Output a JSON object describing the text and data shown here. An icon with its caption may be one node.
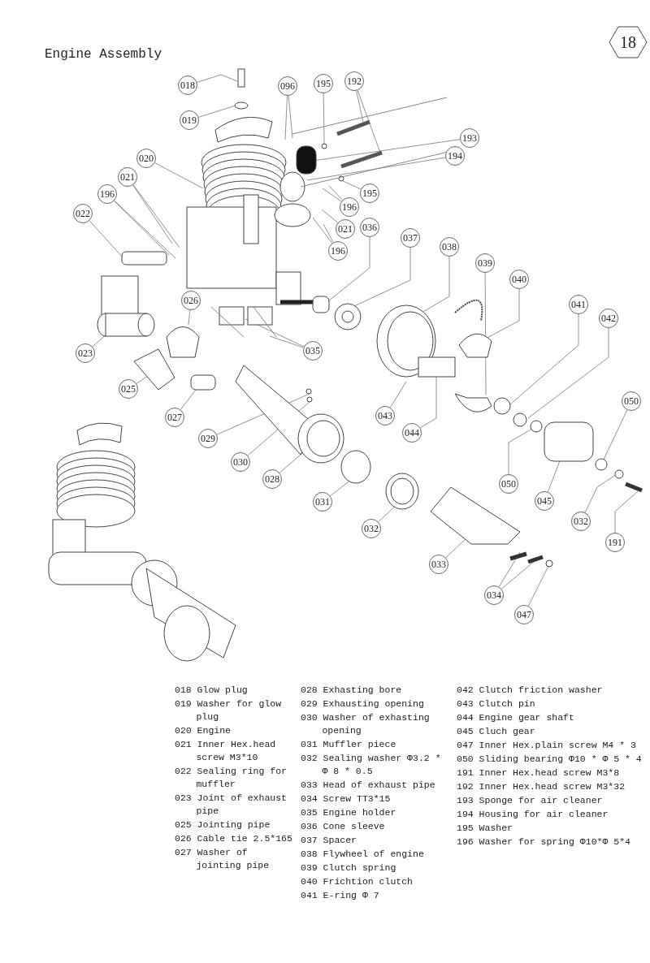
{
  "diagram": {
    "title": "Engine Assembly",
    "nodes": [
      {
        "text": [
          "018"
        ]
      },
      {
        "text": [
          "019"
        ]
      },
      {
        "text": [
          "096"
        ]
      },
      {
        "text": [
          "195"
        ]
      },
      {
        "text": [
          "192"
        ]
      },
      {
        "text": [
          "193"
        ]
      },
      {
        "text": [
          "194"
        ]
      },
      {
        "text": [
          "020"
        ]
      },
      {
        "text": [
          "021"
        ]
      },
      {
        "text": [
          "196"
        ]
      },
      {
        "text": [
          "022"
        ]
      },
      {
        "text": [
          "195"
        ]
      },
      {
        "text": [
          "196"
        ]
      },
      {
        "text": [
          "021"
        ]
      },
      {
        "text": [
          "196"
        ]
      },
      {
        "text": [
          "036"
        ]
      },
      {
        "text": [
          "037"
        ]
      },
      {
        "text": [
          "038"
        ]
      },
      {
        "text": [
          "039"
        ]
      },
      {
        "text": [
          "040"
        ]
      },
      {
        "text": [
          "041"
        ]
      },
      {
        "text": [
          "042"
        ]
      },
      {
        "text": [
          "023"
        ]
      },
      {
        "text": [
          "026"
        ]
      },
      {
        "text": [
          "035"
        ]
      },
      {
        "text": [
          "025"
        ]
      },
      {
        "text": [
          "027"
        ]
      },
      {
        "text": [
          "029"
        ]
      },
      {
        "text": [
          "030"
        ]
      },
      {
        "text": [
          "028"
        ]
      },
      {
        "text": [
          "043"
        ]
      },
      {
        "text": [
          "044"
        ]
      },
      {
        "text": [
          "050"
        ]
      },
      {
        "text": [
          "045"
        ]
      },
      {
        "text": [
          "050"
        ]
      },
      {
        "text": [
          "031"
        ]
      },
      {
        "text": [
          "032"
        ]
      },
      {
        "text": [
          "032"
        ]
      },
      {
        "text": [
          "191"
        ]
      },
      {
        "text": [
          "033"
        ]
      },
      {
        "text": [
          "034"
        ]
      },
      {
        "text": [
          "047"
        ]
      },
      {
        "text": [
          "18"
        ]
      }
    ],
    "edges": [
      {
        "from": 0,
        "to": null,
        "arrow": "none"
      },
      {
        "from": 1,
        "to": null,
        "arrow": "none"
      },
      {
        "from": 2,
        "to": null,
        "arrow": "none"
      },
      {
        "from": 2,
        "to": null,
        "arrow": "none"
      },
      {
        "from": 3,
        "to": null,
        "arrow": "none"
      },
      {
        "from": 4,
        "to": null,
        "arrow": "none"
      },
      {
        "from": 4,
        "to": null,
        "arrow": "none"
      },
      {
        "from": 5,
        "to": null,
        "arrow": "none"
      },
      {
        "from": 6,
        "to": null,
        "arrow": "none"
      },
      {
        "from": 7,
        "to": null,
        "arrow": "none"
      },
      {
        "from": 8,
        "to": null,
        "arrow": "none"
      },
      {
        "from": 8,
        "to": null,
        "arrow": "none"
      },
      {
        "from": 9,
        "to": null,
        "arrow": "none"
      },
      {
        "from": 9,
        "to": null,
        "arrow": "none"
      },
      {
        "from": 10,
        "to": null,
        "arrow": "none"
      },
      {
        "from": 11,
        "to": null,
        "arrow": "none"
      },
      {
        "from": 12,
        "to": null,
        "arrow": "none"
      },
      {
        "from": 12,
        "to": null,
        "arrow": "none"
      },
      {
        "from": 13,
        "to": null,
        "arrow": "none"
      },
      {
        "from": 14,
        "to": null,
        "arrow": "none"
      },
      {
        "from": 14,
        "to": null,
        "arrow": "none"
      },
      {
        "from": 15,
        "to": null,
        "arrow": "none"
      },
      {
        "from": 16,
        "to": null,
        "arrow": "none"
      },
      {
        "from": 17,
        "to": null,
        "arrow": "none"
      },
      {
        "from": 18,
        "to": null,
        "arrow": "none"
      },
      {
        "from": 19,
        "to": null,
        "arrow": "none"
      },
      {
        "from": 20,
        "to": null,
        "arrow": "none"
      },
      {
        "from": 21,
        "to": null,
        "arrow": "none"
      },
      {
        "from": 22,
        "to": null,
        "arrow": "none"
      },
      {
        "from": 23,
        "to": null,
        "arrow": "none"
      },
      {
        "from": 24,
        "to": null,
        "arrow": "none"
      },
      {
        "from": 24,
        "to": null,
        "arrow": "none"
      },
      {
        "from": 25,
        "to": null,
        "arrow": "none"
      },
      {
        "from": 26,
        "to": null,
        "arrow": "none"
      },
      {
        "from": 27,
        "to": null,
        "arrow": "none"
      },
      {
        "from": 28,
        "to": null,
        "arrow": "none"
      },
      {
        "from": 29,
        "to": null,
        "arrow": "none"
      },
      {
        "from": 30,
        "to": null,
        "arrow": "none"
      },
      {
        "from": 31,
        "to": null,
        "arrow": "none"
      },
      {
        "from": 32,
        "to": null,
        "arrow": "none"
      },
      {
        "from": 33,
        "to": null,
        "arrow": "none"
      },
      {
        "from": 34,
        "to": null,
        "arrow": "none"
      },
      {
        "from": 35,
        "to": null,
        "arrow": "none"
      },
      {
        "from": 36,
        "to": null,
        "arrow": "none"
      },
      {
        "from": 37,
        "to": null,
        "arrow": "none"
      },
      {
        "from": 38,
        "to": null,
        "arrow": "none"
      },
      {
        "from": 39,
        "to": null,
        "arrow": "none"
      },
      {
        "from": 40,
        "to": null,
        "arrow": "none"
      },
      {
        "from": 40,
        "to": null,
        "arrow": "none"
      },
      {
        "from": 41,
        "to": null,
        "arrow": "none"
      }
    ],
    "labels": [
      "018 Glow plug",
      "019 Washer for glow plug",
      "020 Engine",
      "021 Inner Hex.head screw M3*10",
      "022 Sealing ring for muffler",
      "023 Joint of exhaust pipe",
      "025 Jointing pipe",
      "026 Cable tie 2.5*165",
      "027 Washer of jointing pipe",
      "028 Exhasting bore",
      "029 Exhausting opening",
      "030 Washer of exhasting opening",
      "031 Muffler piece",
      "032 Sealing washer Φ3.2 * Φ 8 * 0.5",
      "033 Head of exhaust pipe",
      "034 Screw TT3*15",
      "035 Engine holder",
      "036 Cone sleeve",
      "037 Spacer",
      "038 Flywheel of engine",
      "039 Clutch spring",
      "040 Frichtion clutch",
      "041 E-ring Φ 7",
      "042 Clutch friction washer",
      "043 Clutch pin",
      "044 Engine gear shaft",
      "045 Cluch gear",
      "047 Inner Hex.plain screw M4 * 3",
      "050 Sliding bearing Φ10 * Φ 5 * 4",
      "191 Inner Hex.head screw M3*8",
      "192 Inner Hex.head screw M3*32",
      "193 Sponge for air cleaner",
      "194 Housing for air cleaner",
      "195 Washer",
      "196 Washer for spring Φ10*Φ 5*4"
    ]
  }
}
